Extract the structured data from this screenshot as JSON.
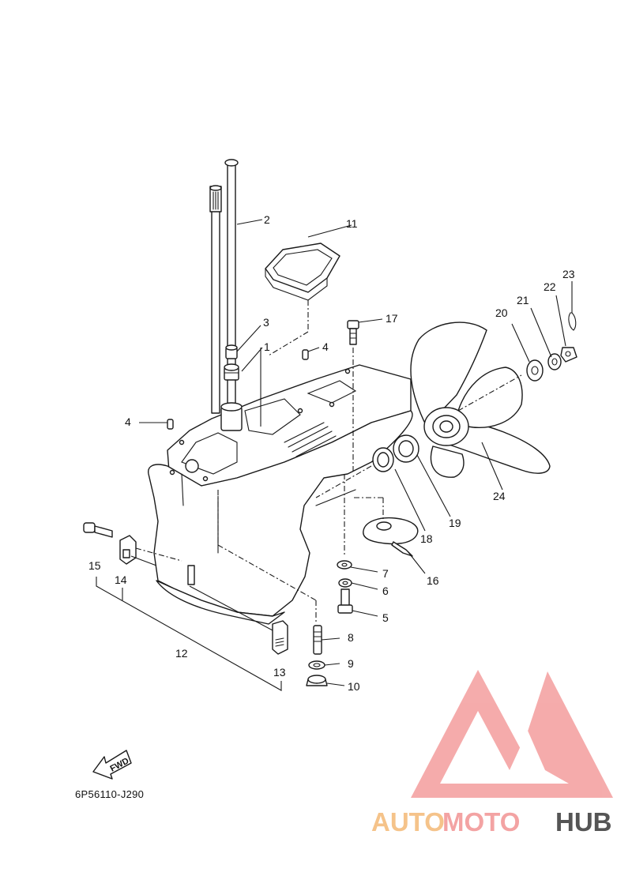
{
  "diagram": {
    "part_code": "6P56110-J290",
    "fwd_label": "FWD",
    "callouts": [
      "1",
      "2",
      "3",
      "4",
      "4",
      "5",
      "6",
      "7",
      "8",
      "9",
      "10",
      "11",
      "12",
      "13",
      "14",
      "15",
      "16",
      "17",
      "18",
      "19",
      "20",
      "21",
      "22",
      "23",
      "24"
    ]
  },
  "watermark": {
    "text_a": "AUTO",
    "text_b": "MOTO",
    "text_c": "HUB",
    "color_a": "#f5c38a",
    "color_b": "#f3a3a3",
    "color_c": "#555555",
    "logo_color": "#f4a3a3"
  }
}
